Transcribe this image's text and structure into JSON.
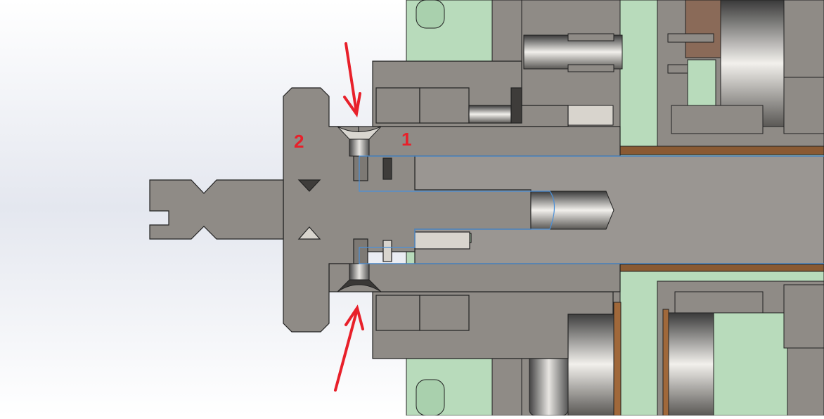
{
  "labels": {
    "part1": "1",
    "part2": "2"
  },
  "colors": {
    "section": "#8f8b86",
    "section_dark": "#67635f",
    "housing_green": "#b5d8b8",
    "bronze": "#8a5a33",
    "annotation": "#e8202a",
    "highlight": "#4a90d9"
  },
  "annotations": [
    {
      "type": "arrow",
      "direction": "down",
      "target": "upper-seal-groove"
    },
    {
      "type": "arrow",
      "direction": "up",
      "target": "lower-seal-groove"
    }
  ]
}
